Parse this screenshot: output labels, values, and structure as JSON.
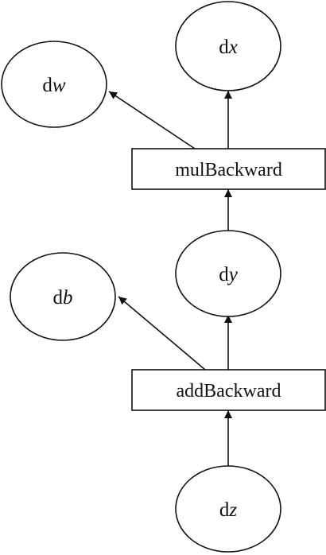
{
  "nodes": {
    "dx": {
      "prefix": "d",
      "var": "x"
    },
    "dw": {
      "prefix": "d",
      "var": "w"
    },
    "mul_backward": {
      "label": "mulBackward"
    },
    "dy": {
      "prefix": "d",
      "var": "y"
    },
    "db": {
      "prefix": "d",
      "var": "b"
    },
    "add_backward": {
      "label": "addBackward"
    },
    "dz": {
      "prefix": "d",
      "var": "z"
    }
  },
  "edges": [
    {
      "from": "mul_backward",
      "to": "dx"
    },
    {
      "from": "mul_backward",
      "to": "dw"
    },
    {
      "from": "dy",
      "to": "mul_backward"
    },
    {
      "from": "add_backward",
      "to": "dy"
    },
    {
      "from": "add_backward",
      "to": "db"
    },
    {
      "from": "dz",
      "to": "add_backward"
    }
  ],
  "colors": {
    "stroke": "#111111",
    "background": "#ffffff"
  }
}
